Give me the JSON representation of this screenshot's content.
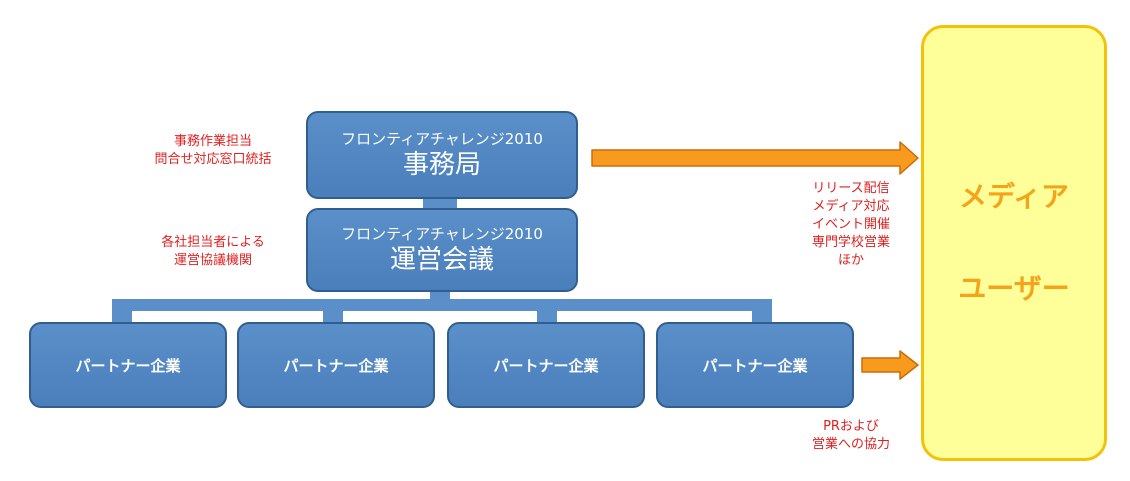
{
  "secretariat": {
    "sub": "フロンティアチャレンジ2010",
    "main": "事務局",
    "note_lines": [
      "事務作業担当",
      "問合せ対応窓口統括"
    ]
  },
  "committee": {
    "sub": "フロンティアチャレンジ2010",
    "main": "運営会議",
    "note_lines": [
      "各社担当者による",
      "運営協議機関"
    ]
  },
  "partners": [
    {
      "label": "パートナー企業"
    },
    {
      "label": "パートナー企業"
    },
    {
      "label": "パートナー企業"
    },
    {
      "label": "パートナー企業"
    }
  ],
  "media": {
    "line1": "メディア",
    "line2": "ユーザー"
  },
  "secretariat_to_media": {
    "lines": [
      "リリース配信",
      "メディア対応",
      "イベント開催",
      "専門学校営業",
      "ほか"
    ]
  },
  "partners_to_media": {
    "lines": [
      "PRおよび",
      "営業への協力"
    ]
  },
  "colors": {
    "box_fill": "#4f81bd",
    "box_border": "#2f5e8f",
    "note_text": "#e02020",
    "arrow_fill": "#f79a1e",
    "media_fill": "#ffff99",
    "media_border": "#f2c20a",
    "media_text": "#f5a31a"
  }
}
